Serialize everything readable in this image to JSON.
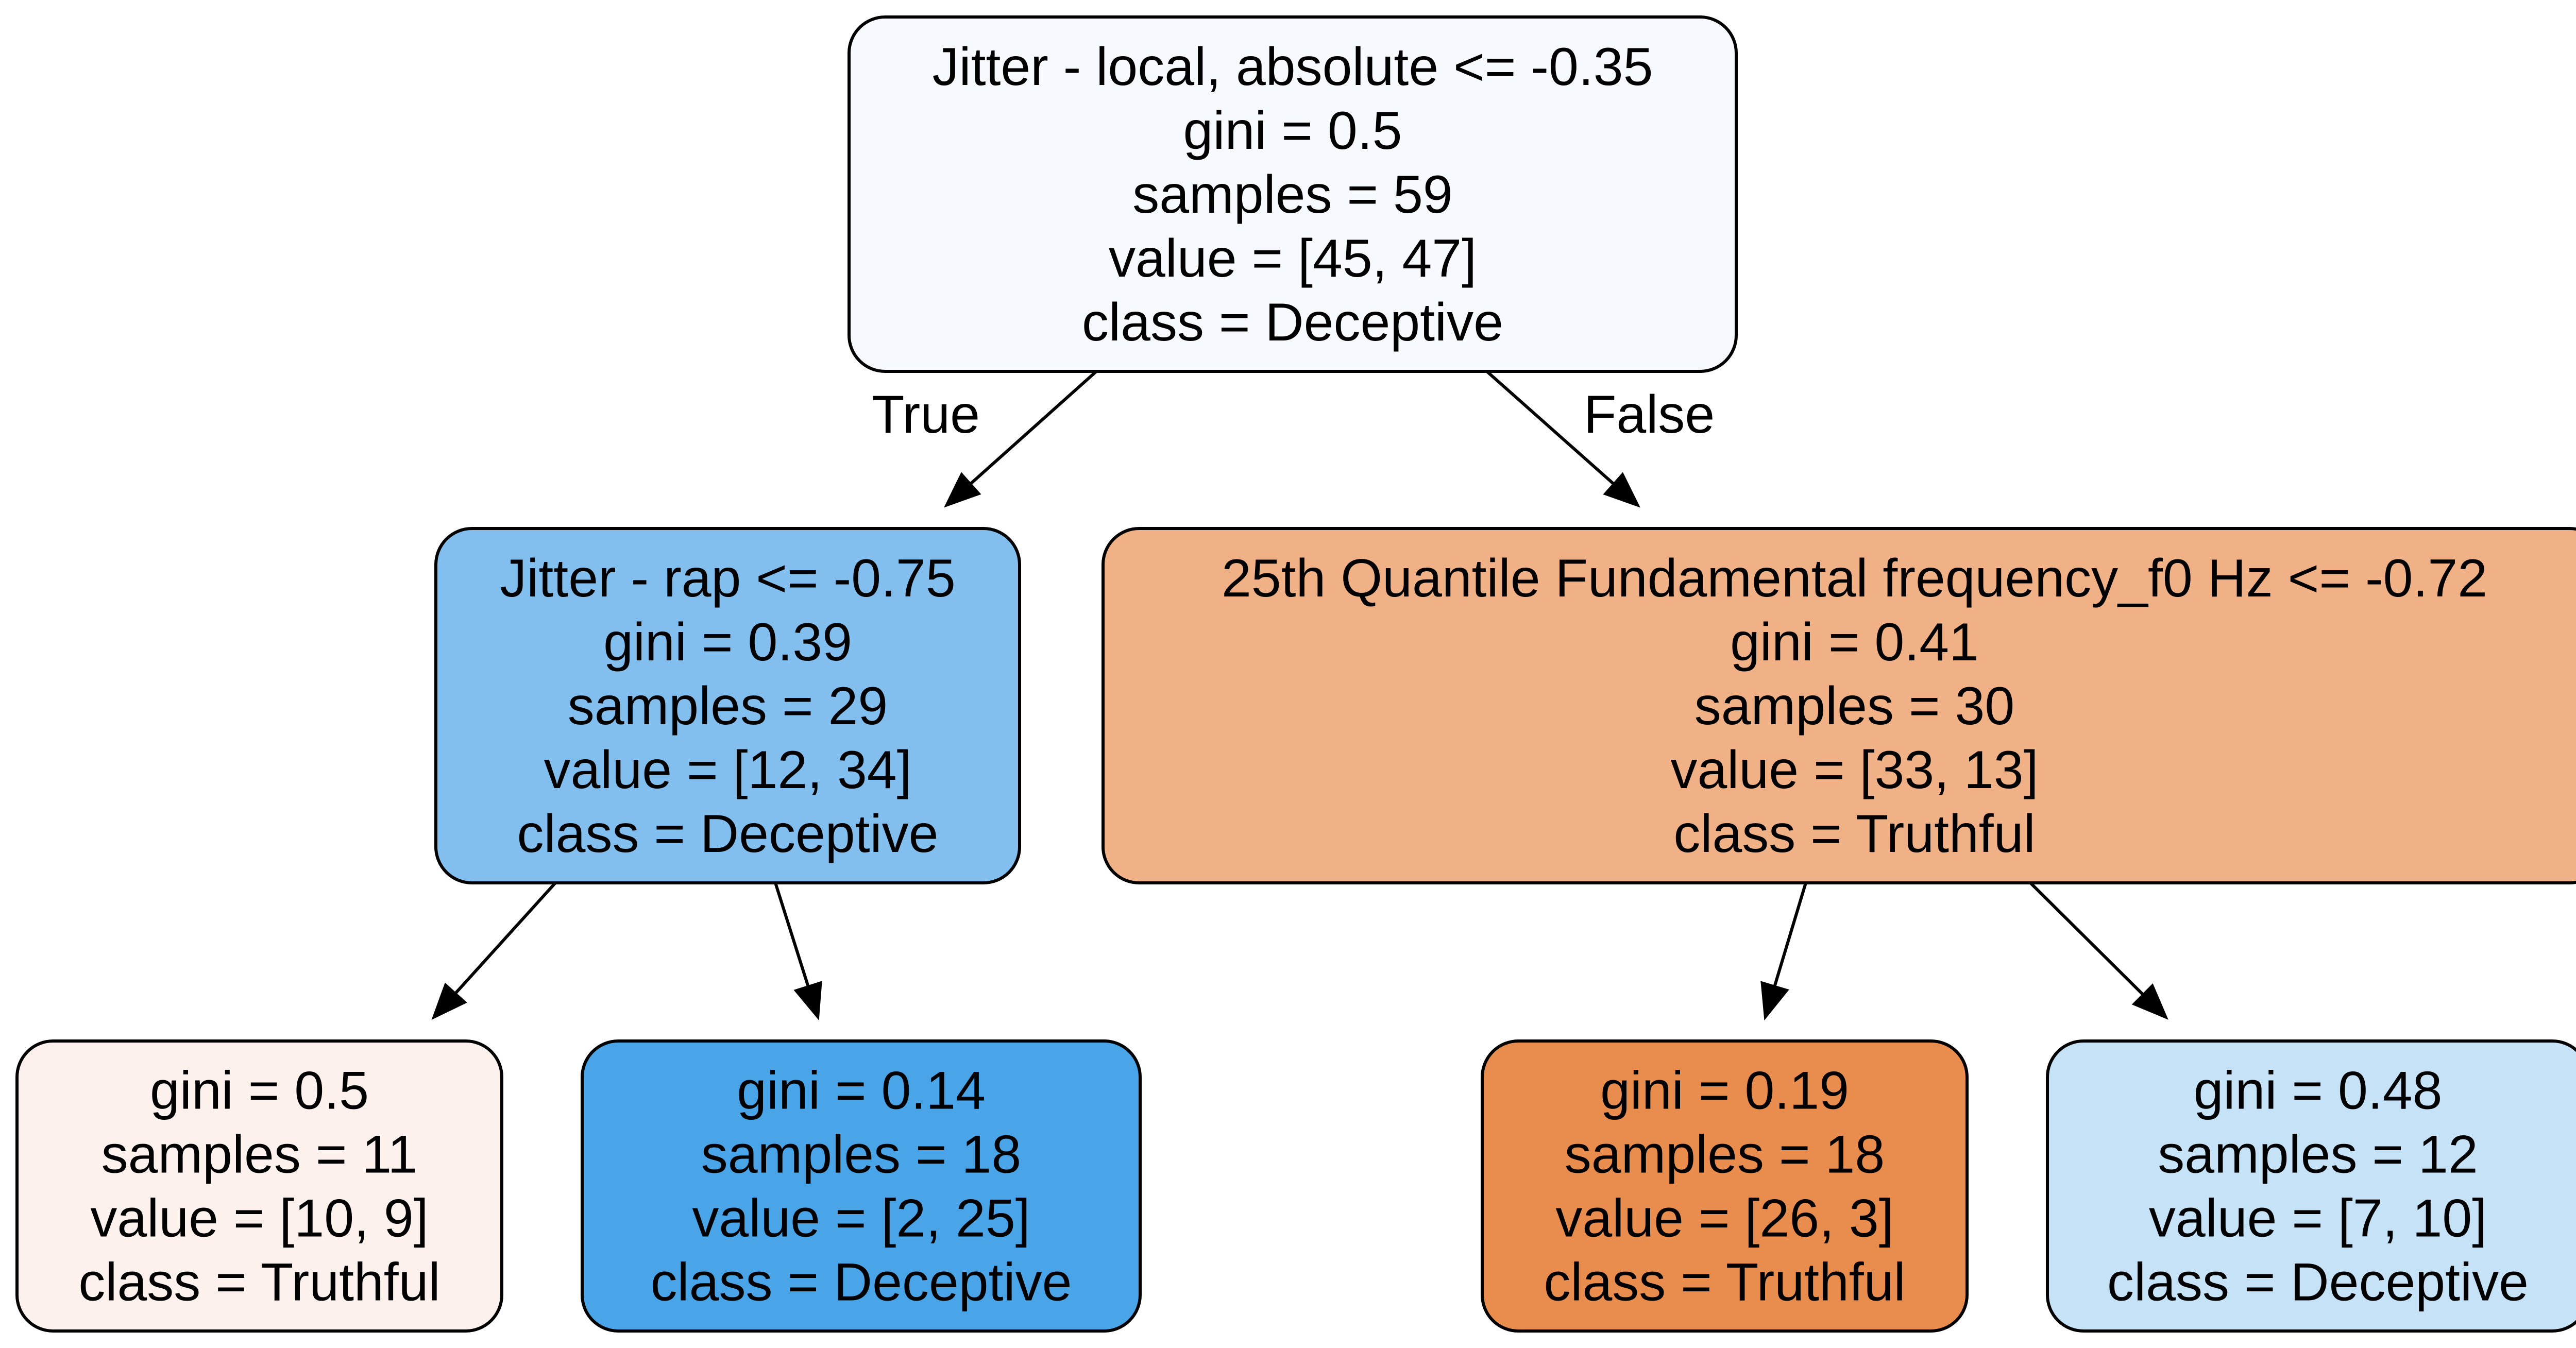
{
  "nodes": [
    {
      "id": "root",
      "fill": "#f6fafe",
      "lines": [
        "Jitter - local, absolute <= -0.35",
        "gini = 0.5",
        "samples = 59",
        "value = [45, 47]",
        "class = Deceptive"
      ]
    },
    {
      "id": "left",
      "fill": "#82bfef",
      "lines": [
        "Jitter - rap <= -0.75",
        "gini = 0.39",
        "samples = 29",
        "value = [12, 34]",
        "class = Deceptive"
      ]
    },
    {
      "id": "right",
      "fill": "#efb185",
      "lines": [
        "25th Quantile Fundamental frequency_f0 Hz <= -0.72",
        "gini = 0.41",
        "samples = 30",
        "value = [33, 13]",
        "class = Truthful"
      ]
    },
    {
      "id": "ll",
      "fill": "#fcf1ec",
      "lines": [
        "gini = 0.5",
        "samples = 11",
        "value = [10, 9]",
        "class = Truthful"
      ]
    },
    {
      "id": "lr",
      "fill": "#49a5e7",
      "lines": [
        "gini = 0.14",
        "samples = 18",
        "value = [2, 25]",
        "class = Deceptive"
      ]
    },
    {
      "id": "rl",
      "fill": "#e88d4d",
      "lines": [
        "gini = 0.19",
        "samples = 18",
        "value = [26, 3]",
        "class = Truthful"
      ]
    },
    {
      "id": "rr",
      "fill": "#c5e2f7",
      "lines": [
        "gini = 0.48",
        "samples = 12",
        "value = [7, 10]",
        "class = Deceptive"
      ]
    }
  ],
  "edges": [
    {
      "from": "root",
      "to": "left",
      "label": "True"
    },
    {
      "from": "root",
      "to": "right",
      "label": "False"
    },
    {
      "from": "left",
      "to": "ll",
      "label": ""
    },
    {
      "from": "left",
      "to": "lr",
      "label": ""
    },
    {
      "from": "right",
      "to": "rl",
      "label": ""
    },
    {
      "from": "right",
      "to": "rr",
      "label": ""
    }
  ]
}
